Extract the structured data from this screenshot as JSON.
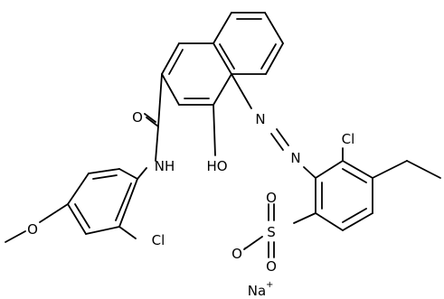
{
  "molecule": {
    "labels": {
      "o_carbonyl": "O",
      "nh": "NH",
      "oh": "HO",
      "n1": "N",
      "n2": "N",
      "cl_right": "Cl",
      "cl_left": "Cl",
      "o_methoxy": "O",
      "s": "S",
      "o_sulfonyl_top": "O",
      "o_sulfonyl_bottom": "O",
      "o_sulfonate": "O",
      "na": "Na"
    },
    "charges": {
      "sulfonate": "-",
      "na": "+"
    }
  }
}
